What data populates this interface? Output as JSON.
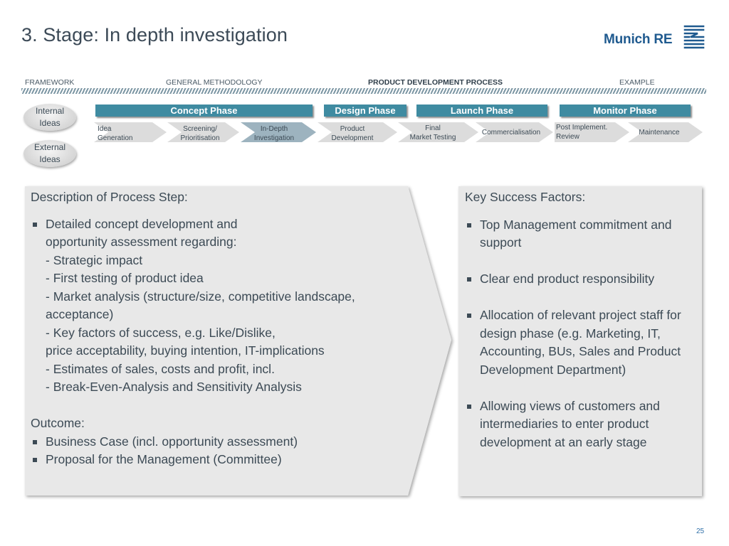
{
  "title": "3. Stage: In depth investigation",
  "logo": {
    "text": "Munich RE"
  },
  "nav": [
    "FRAMEWORK",
    "GENERAL METHODOLOGY",
    "PRODUCT DEVELOPMENT PROCESS",
    "EXAMPLE"
  ],
  "nav_active": "PRODUCT DEVELOPMENT PROCESS",
  "ideas": [
    "Internal\nIdeas",
    "External\nIdeas"
  ],
  "phases": [
    "Concept Phase",
    "Design Phase",
    "Launch Phase",
    "Monitor Phase"
  ],
  "steps": [
    "Idea\nGeneration",
    "Screening/\nPrioritisation",
    "In-Depth\nInvestigation",
    "Product\nDevelopment",
    "Final\nMarket Testing",
    "Commercialisation",
    "Post Implement.\nReview",
    "Maintenance"
  ],
  "active_step": "In-Depth\nInvestigation",
  "description": {
    "heading": "Description of Process Step:",
    "bullet": "Detailed concept development and",
    "lines": [
      "opportunity assessment regarding:",
      "- Strategic impact",
      "- First testing of product idea",
      "- Market analysis (structure/size, competitive landscape,",
      "acceptance)",
      "- Key factors of success, e.g. Like/Dislike,",
      "price acceptability, buying intention, IT-implications",
      "- Estimates of sales, costs and profit, incl.",
      "- Break-Even-Analysis and Sensitivity Analysis"
    ],
    "outcome_heading": "Outcome:",
    "outcomes": [
      "Business Case (incl. opportunity assessment)",
      "Proposal for the Management (Committee)"
    ]
  },
  "success": {
    "heading": "Key Success Factors:",
    "items": [
      "Top Management commitment and support",
      "Clear end product responsibility",
      "Allocation of relevant project staff for design phase (e.g. Marketing, IT, Accounting, BUs, Sales and Product Development Department)",
      "Allowing views of customers and intermediaries to enter product development at an early stage"
    ]
  },
  "page_number": "25",
  "colors": {
    "phase_bar": "#3f8ba1",
    "chevron": "#dcdcdc",
    "chevron_active": "#9db3bf",
    "panel": "#e8e8e8",
    "title_text": "#3c4a57",
    "logo_blue": "#1f5a8f"
  }
}
